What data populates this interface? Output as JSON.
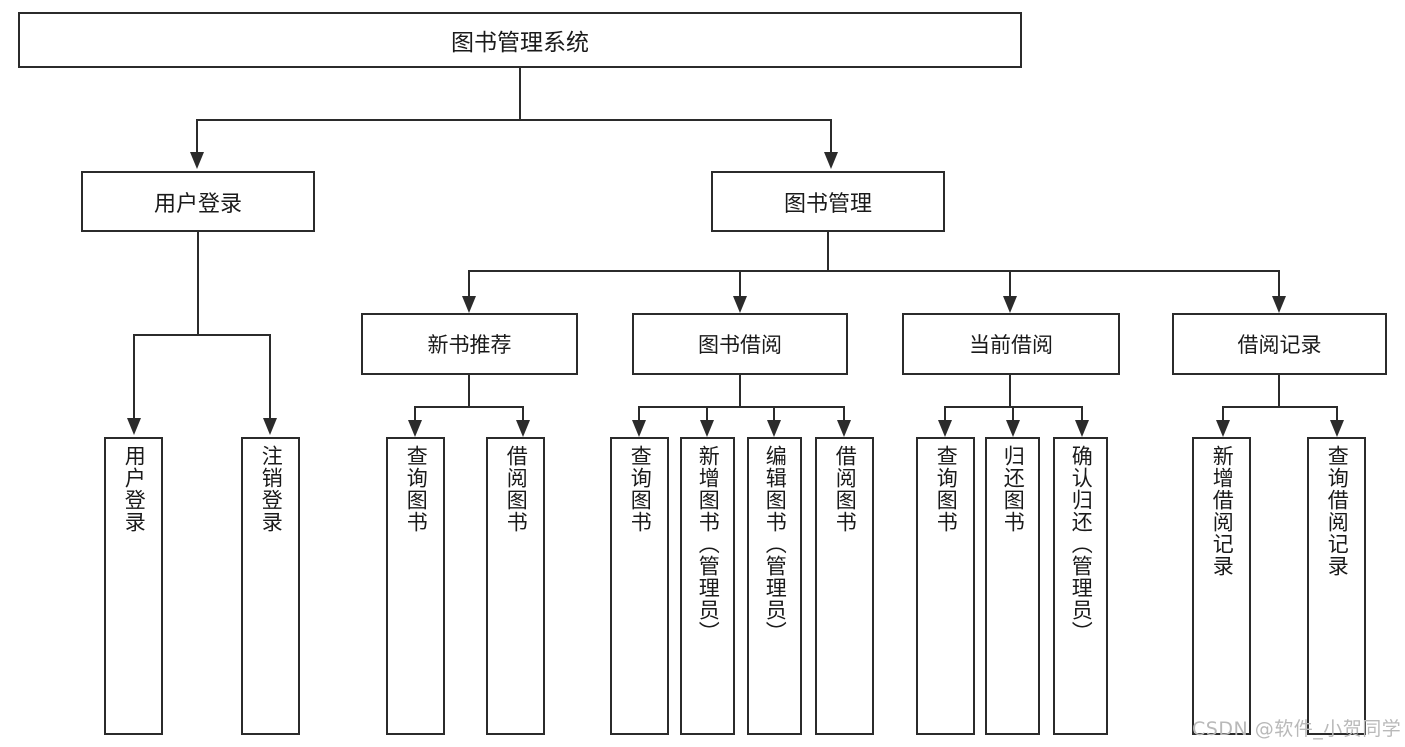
{
  "diagram": {
    "title": "图书管理系统",
    "type": "tree",
    "watermark": "CSDN @软件_小贺同学",
    "colors": {
      "border": "#2b2b2b",
      "background": "#ffffff",
      "text": "#1a1a1a",
      "watermark": "#b9b9b9"
    },
    "root": {
      "label": "图书管理系统"
    },
    "level1": [
      {
        "label": "用户登录"
      },
      {
        "label": "图书管理"
      }
    ],
    "level2": [
      {
        "label": "新书推荐"
      },
      {
        "label": "图书借阅"
      },
      {
        "label": "当前借阅"
      },
      {
        "label": "借阅记录"
      }
    ],
    "leaves": {
      "user_login": [
        {
          "label": "用户登录"
        },
        {
          "label": "注销登录"
        }
      ],
      "new_book_recommend": [
        {
          "label": "查询图书"
        },
        {
          "label": "借阅图书"
        }
      ],
      "book_borrow": [
        {
          "label": "查询图书"
        },
        {
          "label": "新增图书（管理员）"
        },
        {
          "label": "编辑图书（管理员）"
        },
        {
          "label": "借阅图书"
        }
      ],
      "current_borrow": [
        {
          "label": "查询图书"
        },
        {
          "label": "归还图书"
        },
        {
          "label": "确认归还（管理员）"
        }
      ],
      "borrow_record": [
        {
          "label": "新增借阅记录"
        },
        {
          "label": "查询借阅记录"
        }
      ]
    }
  }
}
